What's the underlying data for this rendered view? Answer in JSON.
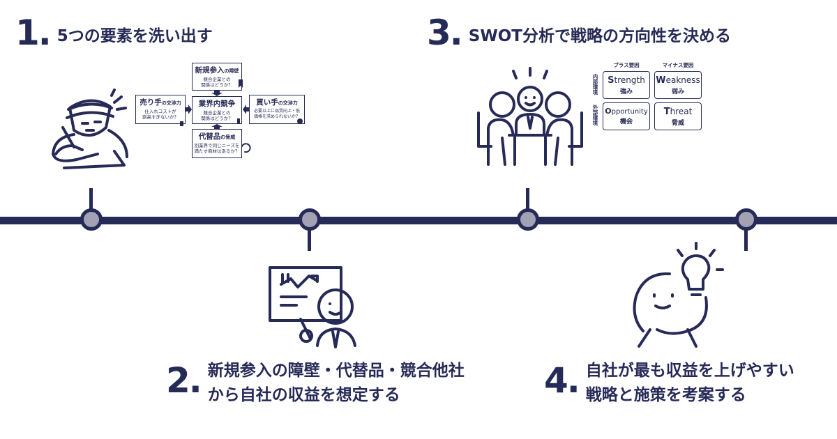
{
  "steps": [
    {
      "number": "1.",
      "text": "5つの要素を洗い出す"
    },
    {
      "number": "2.",
      "line1": "新規参入の障壁・代替品・競合他社",
      "line2": "から自社の収益を想定する"
    },
    {
      "number": "3.",
      "text": "SWOT分析で戦略の方向性を決める"
    },
    {
      "number": "4.",
      "line1": "自社が最も収益を上げやすい",
      "line2": "戦略と施策を考案する"
    }
  ],
  "five_forces": {
    "new_entrants": {
      "title": "新規参入",
      "title_suffix": "の障壁",
      "sub1": "競合企業との",
      "sub2": "関係はどうか？"
    },
    "rivalry": {
      "title": "業界内競争",
      "sub1": "競合企業との",
      "sub2": "関係はどうか？"
    },
    "sellers": {
      "title": "売り手",
      "title_suffix": "の交渉力",
      "sub1": "仕入れコストが",
      "sub2": "割高すぎないか？"
    },
    "buyers": {
      "title": "買い手",
      "title_suffix": "の交渉力",
      "sub1": "必要以上に品質向上・低",
      "sub2": "価格を求められないか？"
    },
    "substitutes": {
      "title": "代替品",
      "title_suffix": "の脅威",
      "sub1": "別業界で同じニーズを",
      "sub2": "満たす商材はあるか？"
    }
  },
  "swot": {
    "col_plus": "プラス要因",
    "col_minus": "マイナス要因",
    "row_internal": "内部環境",
    "row_external": "外部環境",
    "strength": {
      "initial": "S",
      "rest": "trength",
      "jp": "強み"
    },
    "weakness": {
      "initial": "W",
      "rest": "eakness",
      "jp": "弱み"
    },
    "opportunity": {
      "initial": "O",
      "rest": "pportunity",
      "jp": "機会"
    },
    "threat": {
      "initial": "T",
      "rest": "hreat",
      "jp": "脅威"
    }
  },
  "colors": {
    "navy": "#262a57",
    "node_fill": "#a3a2b5",
    "background": "#ffffff"
  }
}
